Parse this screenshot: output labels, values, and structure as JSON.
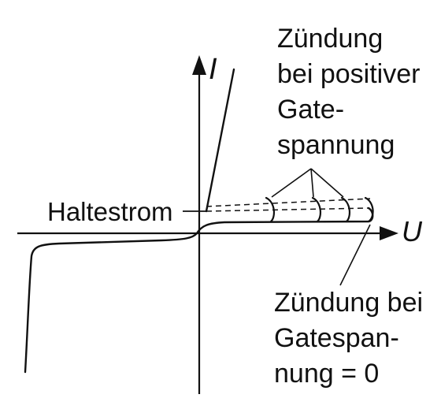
{
  "axes": {
    "x_label": "U",
    "y_label": "I"
  },
  "labels": {
    "holding_current": "Haltestrom",
    "gate_positive": [
      "Zündung",
      "bei positiver",
      "Gate-",
      "spannung"
    ],
    "gate_zero": [
      "Zündung bei",
      "Gatespan-",
      "nung = 0"
    ]
  },
  "colors": {
    "ink": "#111111",
    "background": "#ffffff"
  }
}
